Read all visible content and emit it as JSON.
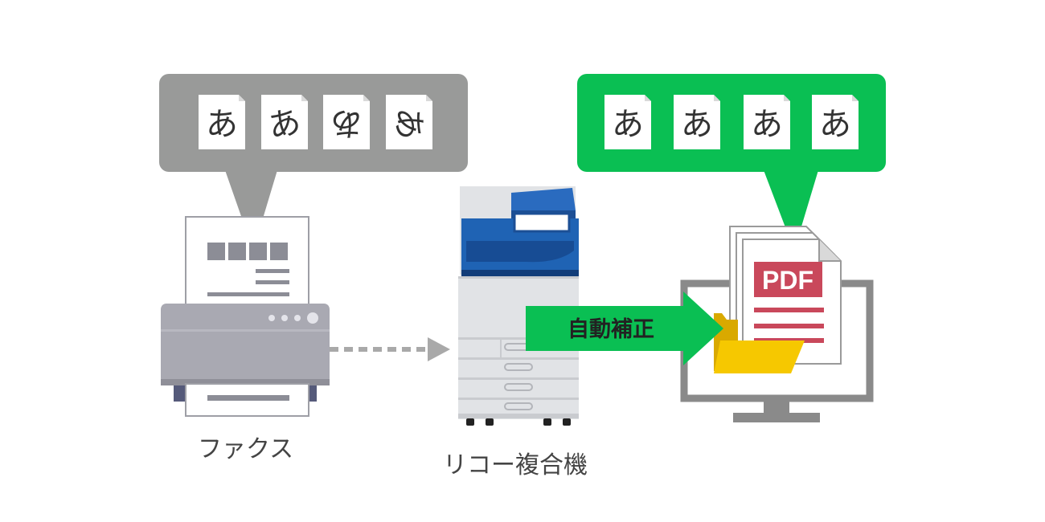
{
  "left_bubble": {
    "chars": [
      "あ",
      "あ",
      "あ",
      "あ"
    ],
    "color": "#999a99"
  },
  "right_bubble": {
    "chars": [
      "あ",
      "あ",
      "あ",
      "あ"
    ],
    "color": "#0abf53"
  },
  "labels": {
    "fax": "ファクス",
    "mfp": "リコー複合機",
    "correction": "自動補正",
    "pdf": "PDF"
  },
  "colors": {
    "arrow_green": "#0abf53",
    "pdf_red": "#c9485b",
    "folder_yellow": "#f6c800",
    "ricoh_blue": "#1f63b4"
  }
}
